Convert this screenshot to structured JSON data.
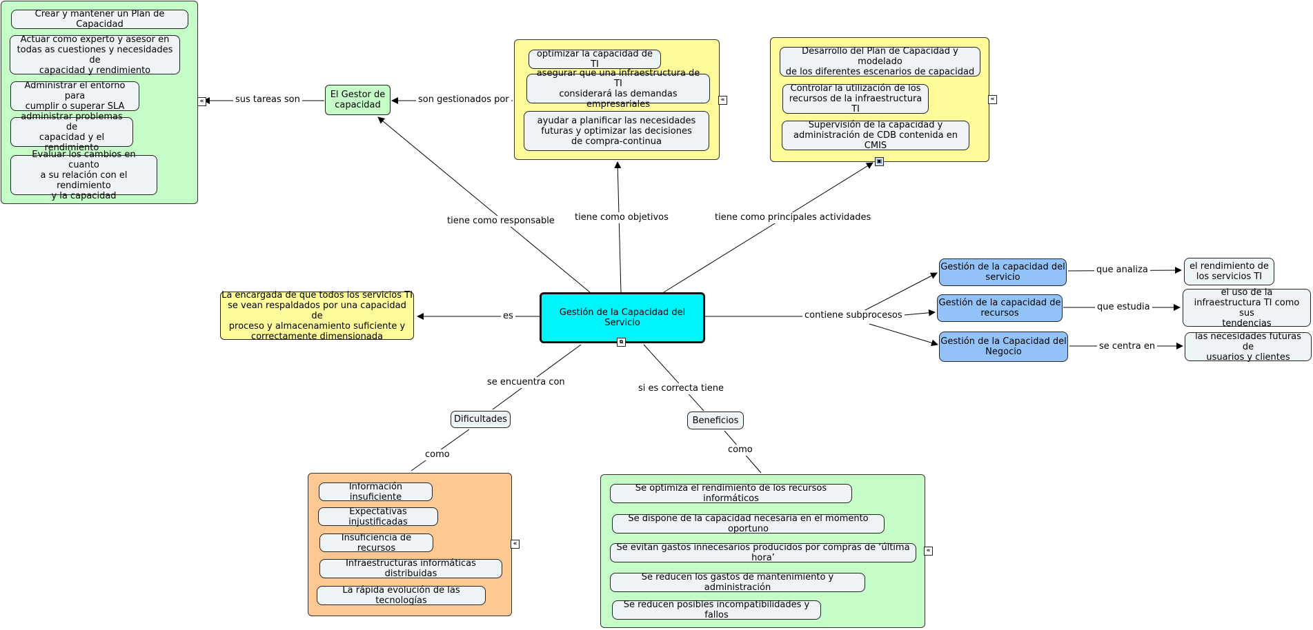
{
  "central": "Gestión de la Capacidad del Servicio",
  "es_label": "es",
  "definition": "La encargada de que todos los servicios TI\nse vean respaldados por una capacidad de\nproceso y almacenamiento suficiente y\ncorrectamente dimensionada",
  "responsable": {
    "link": "tiene como responsable",
    "node": "El Gestor de\ncapacidad",
    "tasks_link": "sus tareas son",
    "tasks": [
      "Crear y mantener un Plan de Capacidad",
      "Actuar como experto y asesor en\ntodas as cuestiones y necesidades de\ncapacidad y rendimiento",
      "Administrar el entorno para\ncumplir o superar SLA",
      "administrar problemas de\ncapacidad y el rendimiento",
      "Evaluar los cambios en cuanto\na su relación con el rendimiento\ny la capacidad"
    ]
  },
  "objetivos": {
    "link": "tiene como objetivos",
    "managed_link": "son gestionados por",
    "items": [
      "optimizar la capacidad de TI",
      "asegurar que una infraestructura de TI\nconsiderará las demandas empresariales",
      "ayudar a planificar las necesidades\nfuturas y optimizar las decisiones\nde compra-continua"
    ]
  },
  "actividades": {
    "link": "tiene como principales actividades",
    "items": [
      "Desarrollo del Plan de Capacidad y modelado\nde los diferentes escenarios de capacidad",
      "Controlar la utilización de los\nrecursos de la infraestructura TI",
      "Supervisión de la capacidad y\nadministración de CDB contenida en CMIS"
    ]
  },
  "subprocesos": {
    "link": "contiene subprocesos",
    "items": [
      {
        "name": "Gestión de la capacidad del\nservicio",
        "link": "que analiza",
        "target": "el rendimiento de\nlos servicios TI"
      },
      {
        "name": "Gestión de la capacidad de\nrecursos",
        "link": "que estudia",
        "target": "el uso de la\ninfraestructura TI como sus\ntendencias"
      },
      {
        "name": "Gestión de la Capacidad del\nNegocio",
        "link": "se centra en",
        "target": "las necesidades futuras de\nusuarios y clientes"
      }
    ]
  },
  "dificultades": {
    "link": "se encuentra con",
    "node": "Dificultades",
    "como": "como",
    "items": [
      "Información insuficiente",
      "Expectativas injustificadas",
      "Insuficiencia de recursos",
      "Infraestructuras informáticas distribuidas",
      "La rápida evolución de las tecnologías"
    ]
  },
  "beneficios": {
    "link": "si es correcta tiene",
    "node": "Beneficios",
    "como": "como",
    "items": [
      "Se optimiza el rendimiento de los recursos informáticos",
      "Se dispone de la capacidad necesaria en el momento oportuno",
      "Se evitan gastos innecesarios producidos por compras de ‘última hora’",
      "Se reducen los gastos de mantenimiento y administración",
      "Se reducen posibles incompatibilidades y fallos"
    ]
  },
  "colors": {
    "central": "#00f5fb",
    "green": "#c6fcc8",
    "yellow": "#fffb9b",
    "orange": "#fdc891",
    "blue": "#93c2f8",
    "item": "#eef3f6"
  },
  "icons": [
    "expand-icon",
    "resources-icon",
    "image-icon"
  ]
}
